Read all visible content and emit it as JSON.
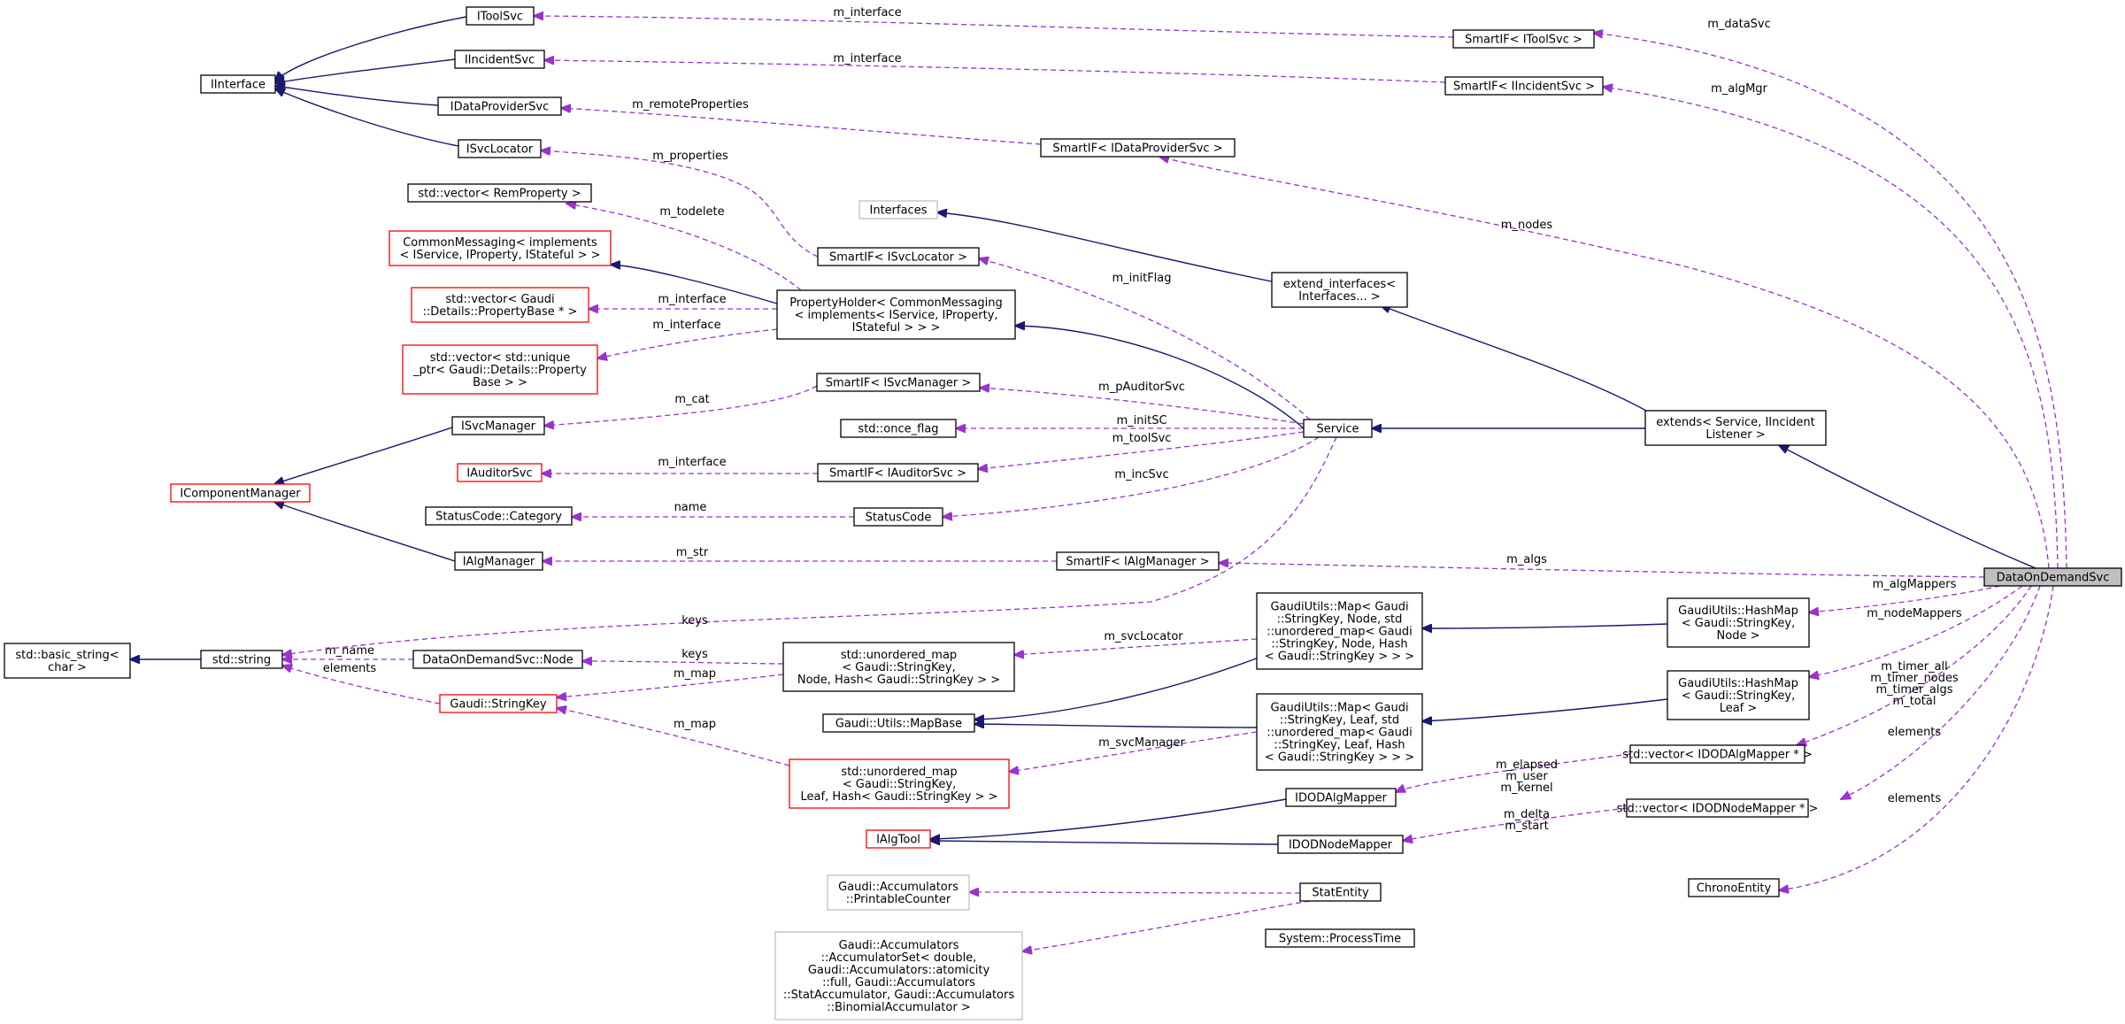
{
  "colors": {
    "inheritance_edge": "#191970",
    "member_edge": "#9a32cd",
    "node_border_documented": "#000000",
    "node_border_undocumented": "#ff0000",
    "node_border_external": "#bfbfbf",
    "focus_fill": "#bfbfbf"
  },
  "nodes": [
    {
      "id": "IToolSvc",
      "lines": [
        "IToolSvc"
      ],
      "style": "black"
    },
    {
      "id": "IIncidentSvc",
      "lines": [
        "IIncidentSvc"
      ],
      "style": "black"
    },
    {
      "id": "IInterface",
      "lines": [
        "IInterface"
      ],
      "style": "black"
    },
    {
      "id": "IDataProviderSvc",
      "lines": [
        "IDataProviderSvc"
      ],
      "style": "black"
    },
    {
      "id": "ISvcLocator",
      "lines": [
        "ISvcLocator"
      ],
      "style": "black"
    },
    {
      "id": "vecRemProperty",
      "lines": [
        "std::vector< RemProperty >"
      ],
      "style": "black"
    },
    {
      "id": "CommonMessaging",
      "lines": [
        "CommonMessaging< implements",
        "< IService, IProperty, IStateful > >"
      ],
      "style": "red"
    },
    {
      "id": "vecPropertyBase",
      "lines": [
        "std::vector< Gaudi",
        "::Details::PropertyBase * >"
      ],
      "style": "red"
    },
    {
      "id": "vecUniquePtr",
      "lines": [
        "std::vector< std::unique",
        "_ptr< Gaudi::Details::Property",
        "Base > >"
      ],
      "style": "red"
    },
    {
      "id": "ISvcManager",
      "lines": [
        "ISvcManager"
      ],
      "style": "black"
    },
    {
      "id": "IComponentManager",
      "lines": [
        "IComponentManager"
      ],
      "style": "red"
    },
    {
      "id": "IAuditorSvc",
      "lines": [
        "IAuditorSvc"
      ],
      "style": "red"
    },
    {
      "id": "StatusCodeCategory",
      "lines": [
        "StatusCode::Category"
      ],
      "style": "black"
    },
    {
      "id": "IAlgManager",
      "lines": [
        "IAlgManager"
      ],
      "style": "black"
    },
    {
      "id": "stdBasicString",
      "lines": [
        "std::basic_string<",
        "char >"
      ],
      "style": "black"
    },
    {
      "id": "stdString",
      "lines": [
        "std::string"
      ],
      "style": "black"
    },
    {
      "id": "DoDNode",
      "lines": [
        "DataOnDemandSvc::Node"
      ],
      "style": "black"
    },
    {
      "id": "GaudiStringKey",
      "lines": [
        "Gaudi::StringKey"
      ],
      "style": "red"
    },
    {
      "id": "SmartIToolSvc",
      "lines": [
        "SmartIF< IToolSvc >"
      ],
      "style": "black"
    },
    {
      "id": "SmartIIncidentSvc",
      "lines": [
        "SmartIF< IIncidentSvc >"
      ],
      "style": "black"
    },
    {
      "id": "SmartIDataProviderSvc",
      "lines": [
        "SmartIF< IDataProviderSvc >"
      ],
      "style": "black"
    },
    {
      "id": "Interfaces",
      "lines": [
        "Interfaces"
      ],
      "style": "grey"
    },
    {
      "id": "SmartISvcLocator",
      "lines": [
        "SmartIF< ISvcLocator >"
      ],
      "style": "black"
    },
    {
      "id": "PropertyHolder",
      "lines": [
        "PropertyHolder< CommonMessaging",
        "< implements< IService, IProperty,",
        "IStateful > > >"
      ],
      "style": "black"
    },
    {
      "id": "extendInterfaces",
      "lines": [
        "extend_interfaces<",
        "Interfaces... >"
      ],
      "style": "black"
    },
    {
      "id": "SmartISvcManager",
      "lines": [
        "SmartIF< ISvcManager >"
      ],
      "style": "black"
    },
    {
      "id": "stdOnceFlag",
      "lines": [
        "std::once_flag"
      ],
      "style": "black"
    },
    {
      "id": "SmartIAuditorSvc",
      "lines": [
        "SmartIF< IAuditorSvc >"
      ],
      "style": "black"
    },
    {
      "id": "StatusCode",
      "lines": [
        "StatusCode"
      ],
      "style": "black"
    },
    {
      "id": "SmartIAlgManager",
      "lines": [
        "SmartIF< IAlgManager >"
      ],
      "style": "black"
    },
    {
      "id": "Service",
      "lines": [
        "Service"
      ],
      "style": "black"
    },
    {
      "id": "extendsService",
      "lines": [
        "extends< Service, IIncident",
        "Listener >"
      ],
      "style": "black"
    },
    {
      "id": "DataOnDemandSvc",
      "lines": [
        "DataOnDemandSvc"
      ],
      "style": "focus"
    },
    {
      "id": "unorderedMapNode",
      "lines": [
        "std::unordered_map",
        "< Gaudi::StringKey,",
        "Node, Hash< Gaudi::StringKey > >"
      ],
      "style": "black"
    },
    {
      "id": "GaudiUtilsMapNode",
      "lines": [
        "GaudiUtils::Map< Gaudi",
        "::StringKey, Node, std",
        "::unordered_map< Gaudi",
        "::StringKey, Node, Hash",
        "< Gaudi::StringKey > > >"
      ],
      "style": "black"
    },
    {
      "id": "HashMapNode",
      "lines": [
        "GaudiUtils::HashMap",
        "< Gaudi::StringKey,",
        "Node >"
      ],
      "style": "black"
    },
    {
      "id": "GaudiUtilsMapBase",
      "lines": [
        "Gaudi::Utils::MapBase"
      ],
      "style": "black"
    },
    {
      "id": "GaudiUtilsMapLeaf",
      "lines": [
        "GaudiUtils::Map< Gaudi",
        "::StringKey, Leaf, std",
        "::unordered_map< Gaudi",
        "::StringKey, Leaf, Hash",
        "< Gaudi::StringKey > > >"
      ],
      "style": "black"
    },
    {
      "id": "HashMapLeaf",
      "lines": [
        "GaudiUtils::HashMap",
        "< Gaudi::StringKey,",
        "Leaf >"
      ],
      "style": "black"
    },
    {
      "id": "unorderedMapLeaf",
      "lines": [
        "std::unordered_map",
        "< Gaudi::StringKey,",
        "Leaf, Hash< Gaudi::StringKey > >"
      ],
      "style": "red"
    },
    {
      "id": "IDODAlgMapper",
      "lines": [
        "IDODAlgMapper"
      ],
      "style": "black"
    },
    {
      "id": "vecIDODAlgMapper",
      "lines": [
        "std::vector< IDODAlgMapper * >"
      ],
      "style": "black"
    },
    {
      "id": "IAlgTool",
      "lines": [
        "IAlgTool"
      ],
      "style": "red"
    },
    {
      "id": "IDODNodeMapper",
      "lines": [
        "IDODNodeMapper"
      ],
      "style": "black"
    },
    {
      "id": "vecIDODNodeMapper",
      "lines": [
        "std::vector< IDODNodeMapper * >"
      ],
      "style": "black"
    },
    {
      "id": "PrintableCounter",
      "lines": [
        "Gaudi::Accumulators",
        "::PrintableCounter"
      ],
      "style": "grey"
    },
    {
      "id": "StatEntity",
      "lines": [
        "StatEntity"
      ],
      "style": "black"
    },
    {
      "id": "ChronoEntity",
      "lines": [
        "ChronoEntity"
      ],
      "style": "black"
    },
    {
      "id": "AccumulatorSet",
      "lines": [
        "Gaudi::Accumulators",
        "::AccumulatorSet< double,",
        "Gaudi::Accumulators::atomicity",
        "::full, Gaudi::Accumulators",
        "::StatAccumulator, Gaudi::Accumulators",
        "::BinomialAccumulator >"
      ],
      "style": "grey"
    },
    {
      "id": "SystemProcessTime",
      "lines": [
        "System::ProcessTime"
      ],
      "style": "black"
    }
  ],
  "edges": [
    {
      "kind": "inherit",
      "label": []
    },
    {
      "kind": "inherit",
      "label": []
    },
    {
      "kind": "inherit",
      "label": []
    },
    {
      "kind": "inherit",
      "label": []
    },
    {
      "kind": "inherit",
      "label": []
    },
    {
      "kind": "inherit",
      "label": []
    },
    {
      "kind": "inherit",
      "label": []
    },
    {
      "kind": "inherit",
      "label": []
    },
    {
      "kind": "inherit",
      "label": []
    },
    {
      "kind": "inherit",
      "label": []
    },
    {
      "kind": "inherit",
      "label": []
    },
    {
      "kind": "inherit",
      "label": []
    },
    {
      "kind": "inherit",
      "label": []
    },
    {
      "kind": "inherit",
      "label": []
    },
    {
      "kind": "inherit",
      "label": []
    },
    {
      "kind": "inherit",
      "label": []
    },
    {
      "kind": "inherit",
      "label": []
    },
    {
      "kind": "inherit",
      "label": []
    },
    {
      "kind": "inherit",
      "label": []
    },
    {
      "kind": "member",
      "label": [
        "m_interface"
      ]
    },
    {
      "kind": "member",
      "label": [
        "m_interface"
      ]
    },
    {
      "kind": "member",
      "label": [
        "m_interface"
      ]
    },
    {
      "kind": "member",
      "label": [
        "m_interface"
      ]
    },
    {
      "kind": "member",
      "label": [
        "m_remoteProperties"
      ]
    },
    {
      "kind": "member",
      "label": [
        "m_properties"
      ]
    },
    {
      "kind": "member",
      "label": [
        "m_todelete"
      ]
    },
    {
      "kind": "member",
      "label": [
        "m_interface"
      ]
    },
    {
      "kind": "member",
      "label": [
        "m_interface"
      ]
    },
    {
      "kind": "member",
      "label": [
        "m_cat"
      ]
    },
    {
      "kind": "member",
      "label": [
        "m_interface"
      ]
    },
    {
      "kind": "member",
      "label": [
        "name"
      ]
    },
    {
      "kind": "member",
      "label": [
        "m_str"
      ]
    },
    {
      "kind": "member",
      "label": [
        "m_name"
      ]
    },
    {
      "kind": "member",
      "label": [
        "elements"
      ]
    },
    {
      "kind": "member",
      "label": [
        "keys"
      ]
    },
    {
      "kind": "member",
      "label": [
        "keys"
      ]
    },
    {
      "kind": "member",
      "label": [
        "m_map"
      ]
    },
    {
      "kind": "member",
      "label": [
        "m_map"
      ]
    },
    {
      "kind": "member",
      "label": [
        "m_svcLocator"
      ]
    },
    {
      "kind": "member",
      "label": [
        "m_svcManager"
      ]
    },
    {
      "kind": "member",
      "label": [
        "m_initFlag"
      ]
    },
    {
      "kind": "member",
      "label": [
        "m_pAuditorSvc"
      ]
    },
    {
      "kind": "member",
      "label": [
        "m_initSC"
      ]
    },
    {
      "kind": "member",
      "label": [
        "m_toolSvc"
      ]
    },
    {
      "kind": "member",
      "label": [
        "m_incSvc"
      ]
    },
    {
      "kind": "member",
      "label": [
        "m_dataSvc"
      ]
    },
    {
      "kind": "member",
      "label": [
        "m_algMgr"
      ]
    },
    {
      "kind": "member",
      "label": [
        "m_nodes"
      ]
    },
    {
      "kind": "member",
      "label": [
        "m_algs"
      ]
    },
    {
      "kind": "member",
      "label": [
        "m_algMappers"
      ]
    },
    {
      "kind": "member",
      "label": [
        "m_nodeMappers"
      ]
    },
    {
      "kind": "member",
      "label": [
        "m_timer_all",
        "m_timer_nodes",
        "m_timer_algs",
        "m_total"
      ]
    },
    {
      "kind": "member",
      "label": [
        "elements"
      ]
    },
    {
      "kind": "member",
      "label": [
        "elements"
      ]
    },
    {
      "kind": "member",
      "label": [
        "m_elapsed",
        "m_user",
        "m_kernel"
      ]
    },
    {
      "kind": "member",
      "label": [
        "m_delta",
        "m_start"
      ]
    }
  ]
}
